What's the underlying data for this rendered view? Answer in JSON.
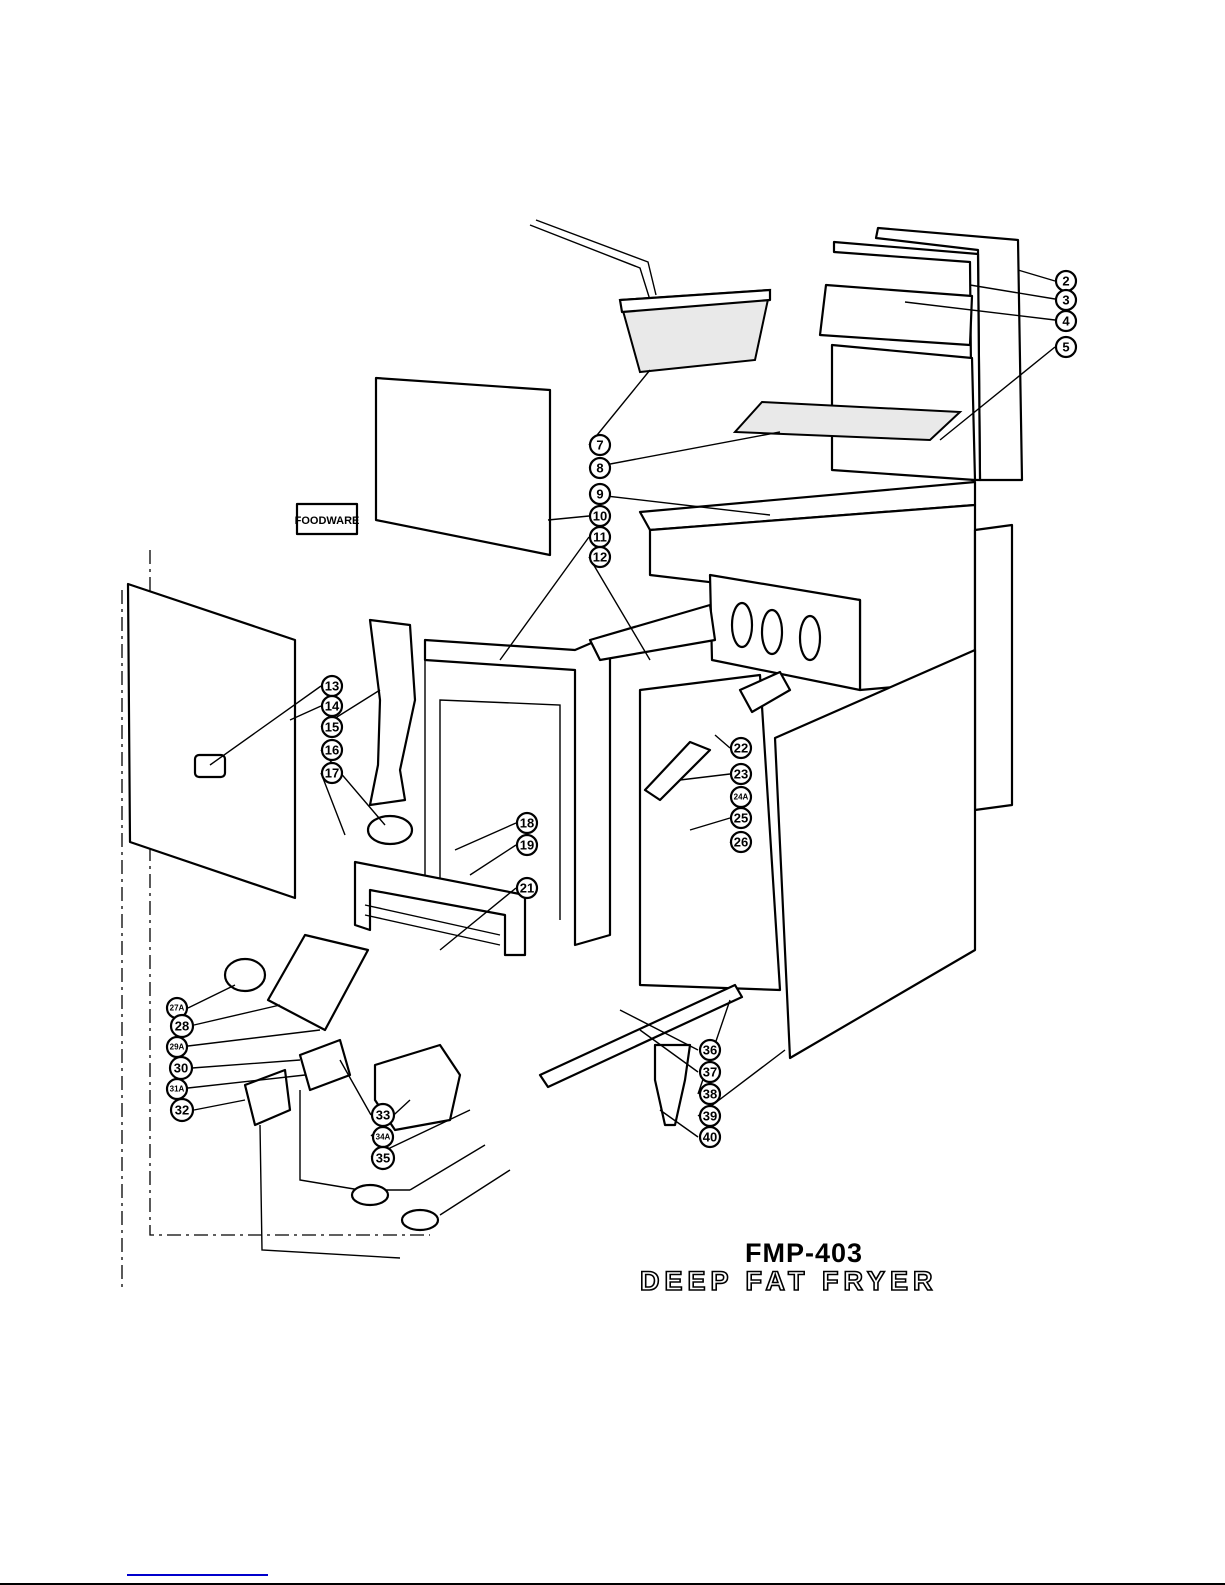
{
  "diagram": {
    "title": "FMP-403",
    "subtitle": "DEEP FAT FRYER",
    "nameplate_text": "FOODWARE",
    "callouts": [
      "2",
      "3",
      "4",
      "5",
      "7",
      "8",
      "9",
      "10",
      "11",
      "12",
      "13",
      "14",
      "15",
      "16",
      "17",
      "18",
      "19",
      "21",
      "22",
      "23",
      "24A",
      "25",
      "26",
      "27A",
      "28",
      "29A",
      "30",
      "31A",
      "32",
      "33",
      "34A",
      "35",
      "36",
      "37",
      "38",
      "39",
      "40"
    ]
  }
}
